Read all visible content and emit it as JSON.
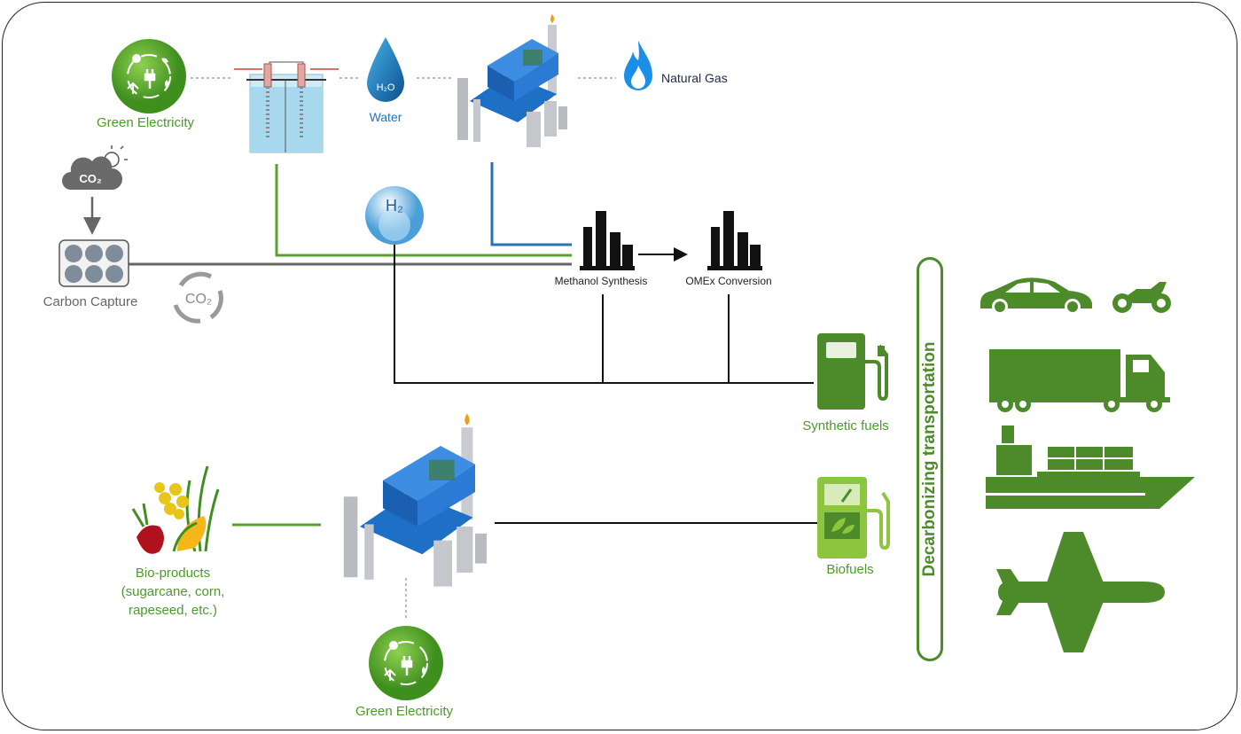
{
  "labels": {
    "green_electricity_top": "Green Electricity",
    "water": "Water",
    "natural_gas": "Natural Gas",
    "carbon_capture": "Carbon Capture",
    "methanol_synthesis": "Methanol Synthesis",
    "omex_conversion": "OMEx Conversion",
    "synthetic_fuels": "Synthetic fuels",
    "biofuels": "Biofuels",
    "bio_products_line1": "Bio-products",
    "bio_products_line2": "(sugarcane, corn,",
    "bio_products_line3": "rapeseed, etc.)",
    "green_electricity_bottom": "Green Electricity",
    "decarbonizing": "Decarbonizing transportation"
  },
  "icon_text": {
    "co2_cloud": "CO₂",
    "co2_cycle": "CO₂",
    "h2": "H₂",
    "h2o": "H₂O"
  },
  "colors": {
    "green": "#5aa02c",
    "dark_green": "#4c8a2a",
    "blue_line": "#2b72b5",
    "gray_line": "#666666",
    "black_line": "#111111"
  },
  "icons": [
    "green-electricity-icon",
    "electrolyzer-icon",
    "water-drop-icon",
    "gas-plant-icon",
    "natural-gas-flame-icon",
    "co2-cloud-icon",
    "carbon-capture-icon",
    "co2-cycle-icon",
    "h2-sphere-icon",
    "methanol-factory-icon",
    "omex-factory-icon",
    "fuel-pump-icon",
    "biofuel-pump-icon",
    "bio-products-icon",
    "biorefinery-icon",
    "car-icon",
    "motorcycle-icon",
    "truck-icon",
    "ship-icon",
    "airplane-icon"
  ]
}
